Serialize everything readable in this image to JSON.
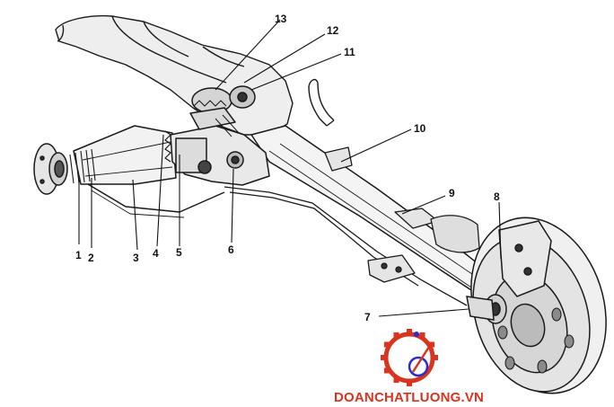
{
  "diagram": {
    "labels": [
      "1",
      "2",
      "3",
      "4",
      "5",
      "6",
      "7",
      "8",
      "9",
      "10",
      "11",
      "12",
      "13"
    ]
  },
  "watermark": {
    "text": "DOANCHATLUONG.VN",
    "color": "#d9341f",
    "gear_color": "#d9341f",
    "ring_color": "#2a2fc8"
  }
}
